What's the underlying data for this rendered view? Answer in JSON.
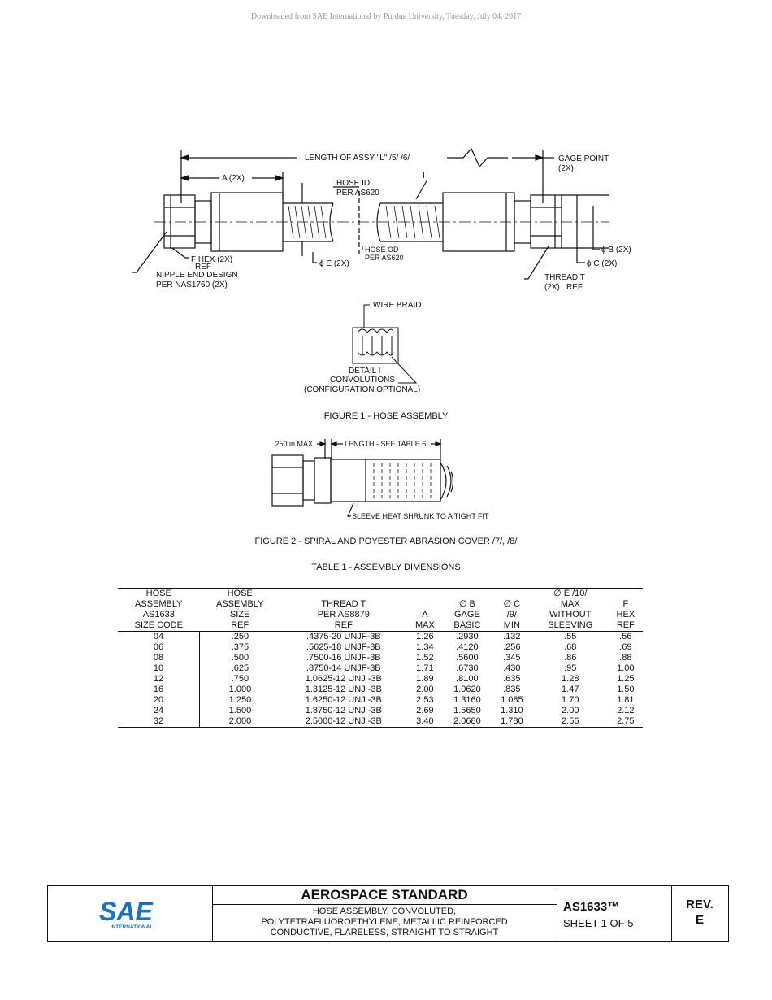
{
  "watermark": "Downloaded from SAE International by Purdue University, Tuesday, July 04, 2017",
  "figure1": {
    "labels": {
      "length": "LENGTH OF ASSY \"L\" /5/ /6/",
      "gage_point": "GAGE POINT",
      "gage_point_2x": "(2X)",
      "a_2x": "A (2X)",
      "hose_id": "HOSE ID",
      "per_as620": "PER AS620",
      "detail_callout": "I",
      "f_hex": "F HEX (2X)",
      "ref": "REF",
      "nipple_end": "NIPPLE END DESIGN",
      "per_nas1760": "PER NAS1760 (2X)",
      "e_2x": "ϕ E (2X)",
      "hose_od": "HOSE OD",
      "hose_od_per": "PER AS620",
      "b_2x": "ϕ B (2X)",
      "c_2x": "ϕ C (2X)",
      "thread_t": "THREAD T",
      "thread_2x": "(2X)",
      "thread_ref": "REF",
      "wire_braid": "WIRE BRAID",
      "detail_i": "DETAIL I",
      "convolutions": "CONVOLUTIONS",
      "config_optional": "(CONFIGURATION OPTIONAL)"
    },
    "caption": "FIGURE 1 - HOSE ASSEMBLY"
  },
  "figure2": {
    "labels": {
      "max": ".250 in MAX",
      "length": "LENGTH - SEE TABLE 6",
      "sleeve": "SLEEVE HEAT SHRUNK TO A TIGHT FIT"
    },
    "caption": "FIGURE 2 - SPIRAL AND POYESTER ABRASION COVER /7/, /8/"
  },
  "table1": {
    "title": "TABLE 1 - ASSEMBLY DIMENSIONS",
    "headers": [
      [
        "HOSE",
        "ASSEMBLY",
        "AS1633",
        "SIZE CODE"
      ],
      [
        "HOSE",
        "ASSEMBLY",
        "SIZE",
        "REF"
      ],
      [
        "",
        "THREAD T",
        "PER AS8879",
        "REF"
      ],
      [
        "",
        "",
        "A",
        "MAX"
      ],
      [
        "",
        "∅ B",
        "GAGE",
        "BASIC"
      ],
      [
        "",
        "∅ C",
        "/9/",
        "MIN"
      ],
      [
        "∅ E /10/",
        "MAX",
        "WITHOUT",
        "SLEEVING"
      ],
      [
        "",
        "F",
        "HEX",
        "REF"
      ]
    ],
    "rows": [
      [
        "04",
        ".250",
        ".4375-20 UNJF-3B",
        "1.26",
        ".2930",
        ".132",
        ".55",
        ".56"
      ],
      [
        "06",
        ".375",
        ".5625-18 UNJF-3B",
        "1.34",
        ".4120",
        ".256",
        ".68",
        ".69"
      ],
      [
        "08",
        ".500",
        ".7500-16 UNJF-3B",
        "1.52",
        ".5600",
        ".345",
        ".86",
        ".88"
      ],
      [
        "10",
        ".625",
        ".8750-14 UNJF-3B",
        "1.71",
        ".6730",
        ".430",
        ".95",
        "1.00"
      ],
      [
        "12",
        ".750",
        "1.0625-12 UNJ  -3B",
        "1.89",
        ".8100",
        ".635",
        "1.28",
        "1.25"
      ],
      [
        "16",
        "1.000",
        "1.3125-12 UNJ  -3B",
        "2.00",
        "1.0620",
        ".835",
        "1.47",
        "1.50"
      ],
      [
        "20",
        "1.250",
        "1.6250-12 UNJ  -3B",
        "2.53",
        "1.3160",
        "1.085",
        "1.70",
        "1.81"
      ],
      [
        "24",
        "1.500",
        "1.8750-12 UNJ  -3B",
        "2.69",
        "1.5650",
        "1.310",
        "2.00",
        "2.12"
      ],
      [
        "32",
        "2.000",
        "2.5000-12 UNJ  -3B",
        "3.40",
        "2.0680",
        "1.780",
        "2.56",
        "2.75"
      ]
    ]
  },
  "title_block": {
    "logo_text": "SAE",
    "logo_sub": "INTERNATIONAL",
    "logo_color": "#1a73b8",
    "heading": "AEROSPACE STANDARD",
    "description": [
      "HOSE ASSEMBLY, CONVOLUTED,",
      "POLYTETRAFLUOROETHYLENE, METALLIC REINFORCED",
      "CONDUCTIVE, FLARELESS, STRAIGHT TO STRAIGHT"
    ],
    "doc_number": "AS1633™",
    "sheet": "SHEET 1 OF 5",
    "rev_label": "REV.",
    "rev_value": "E"
  }
}
